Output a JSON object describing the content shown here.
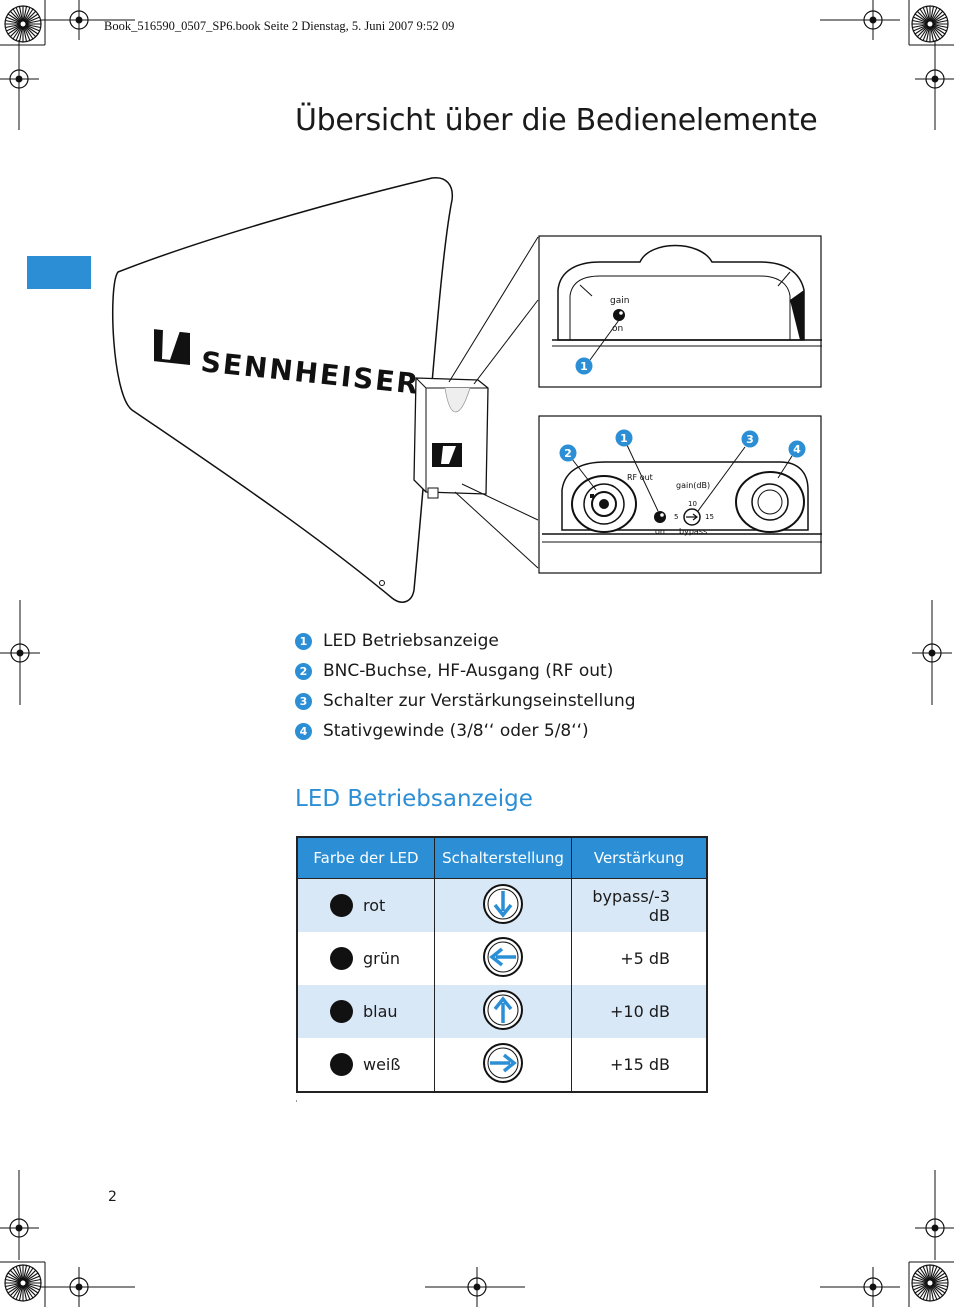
{
  "header": {
    "book_line": "Book_516590_0507_SP6.book  Seite 2  Dienstag, 5. Juni 2007  9:52 09"
  },
  "page_title": "Übersicht über die Bedienelemente",
  "illustration": {
    "brand_logo_text": "SENNHEISER",
    "callout_top": {
      "label_gain": "gain",
      "label_on": "on",
      "callout_number": "1"
    },
    "callout_bottom": {
      "label_rf_out": "RF out",
      "label_gain_db": "gain(dB)",
      "label_10": "10",
      "label_5": "5",
      "label_15": "15",
      "label_on": "on",
      "label_bypass": "bypass",
      "callout_numbers": [
        "1",
        "2",
        "3",
        "4"
      ]
    }
  },
  "legend": [
    {
      "num": "1",
      "text": "LED Betriebsanzeige"
    },
    {
      "num": "2",
      "text": "BNC-Buchse, HF-Ausgang (RF out)"
    },
    {
      "num": "3",
      "text": "Schalter zur Verstärkungseinstellung"
    },
    {
      "num": "4",
      "text": "Stativgewinde (3/8‘‘ oder 5/8‘‘)"
    }
  ],
  "section_title": "LED Betriebsanzeige",
  "table": {
    "headers": [
      "Farbe der LED",
      "Schalterstellung",
      "Verstärkung"
    ],
    "rows": [
      {
        "color": "rot",
        "switch": "arrow-down",
        "gain": "bypass/-3 dB"
      },
      {
        "color": "grün",
        "switch": "arrow-left",
        "gain": "+5 dB"
      },
      {
        "color": "blau",
        "switch": "arrow-up",
        "gain": "+10 dB"
      },
      {
        "color": "weiß",
        "switch": "arrow-right",
        "gain": "+15 dB"
      }
    ]
  },
  "page_number": "2",
  "colors": {
    "accent_blue": "#2c8fd6",
    "row_shade": "#d9e8f7"
  }
}
